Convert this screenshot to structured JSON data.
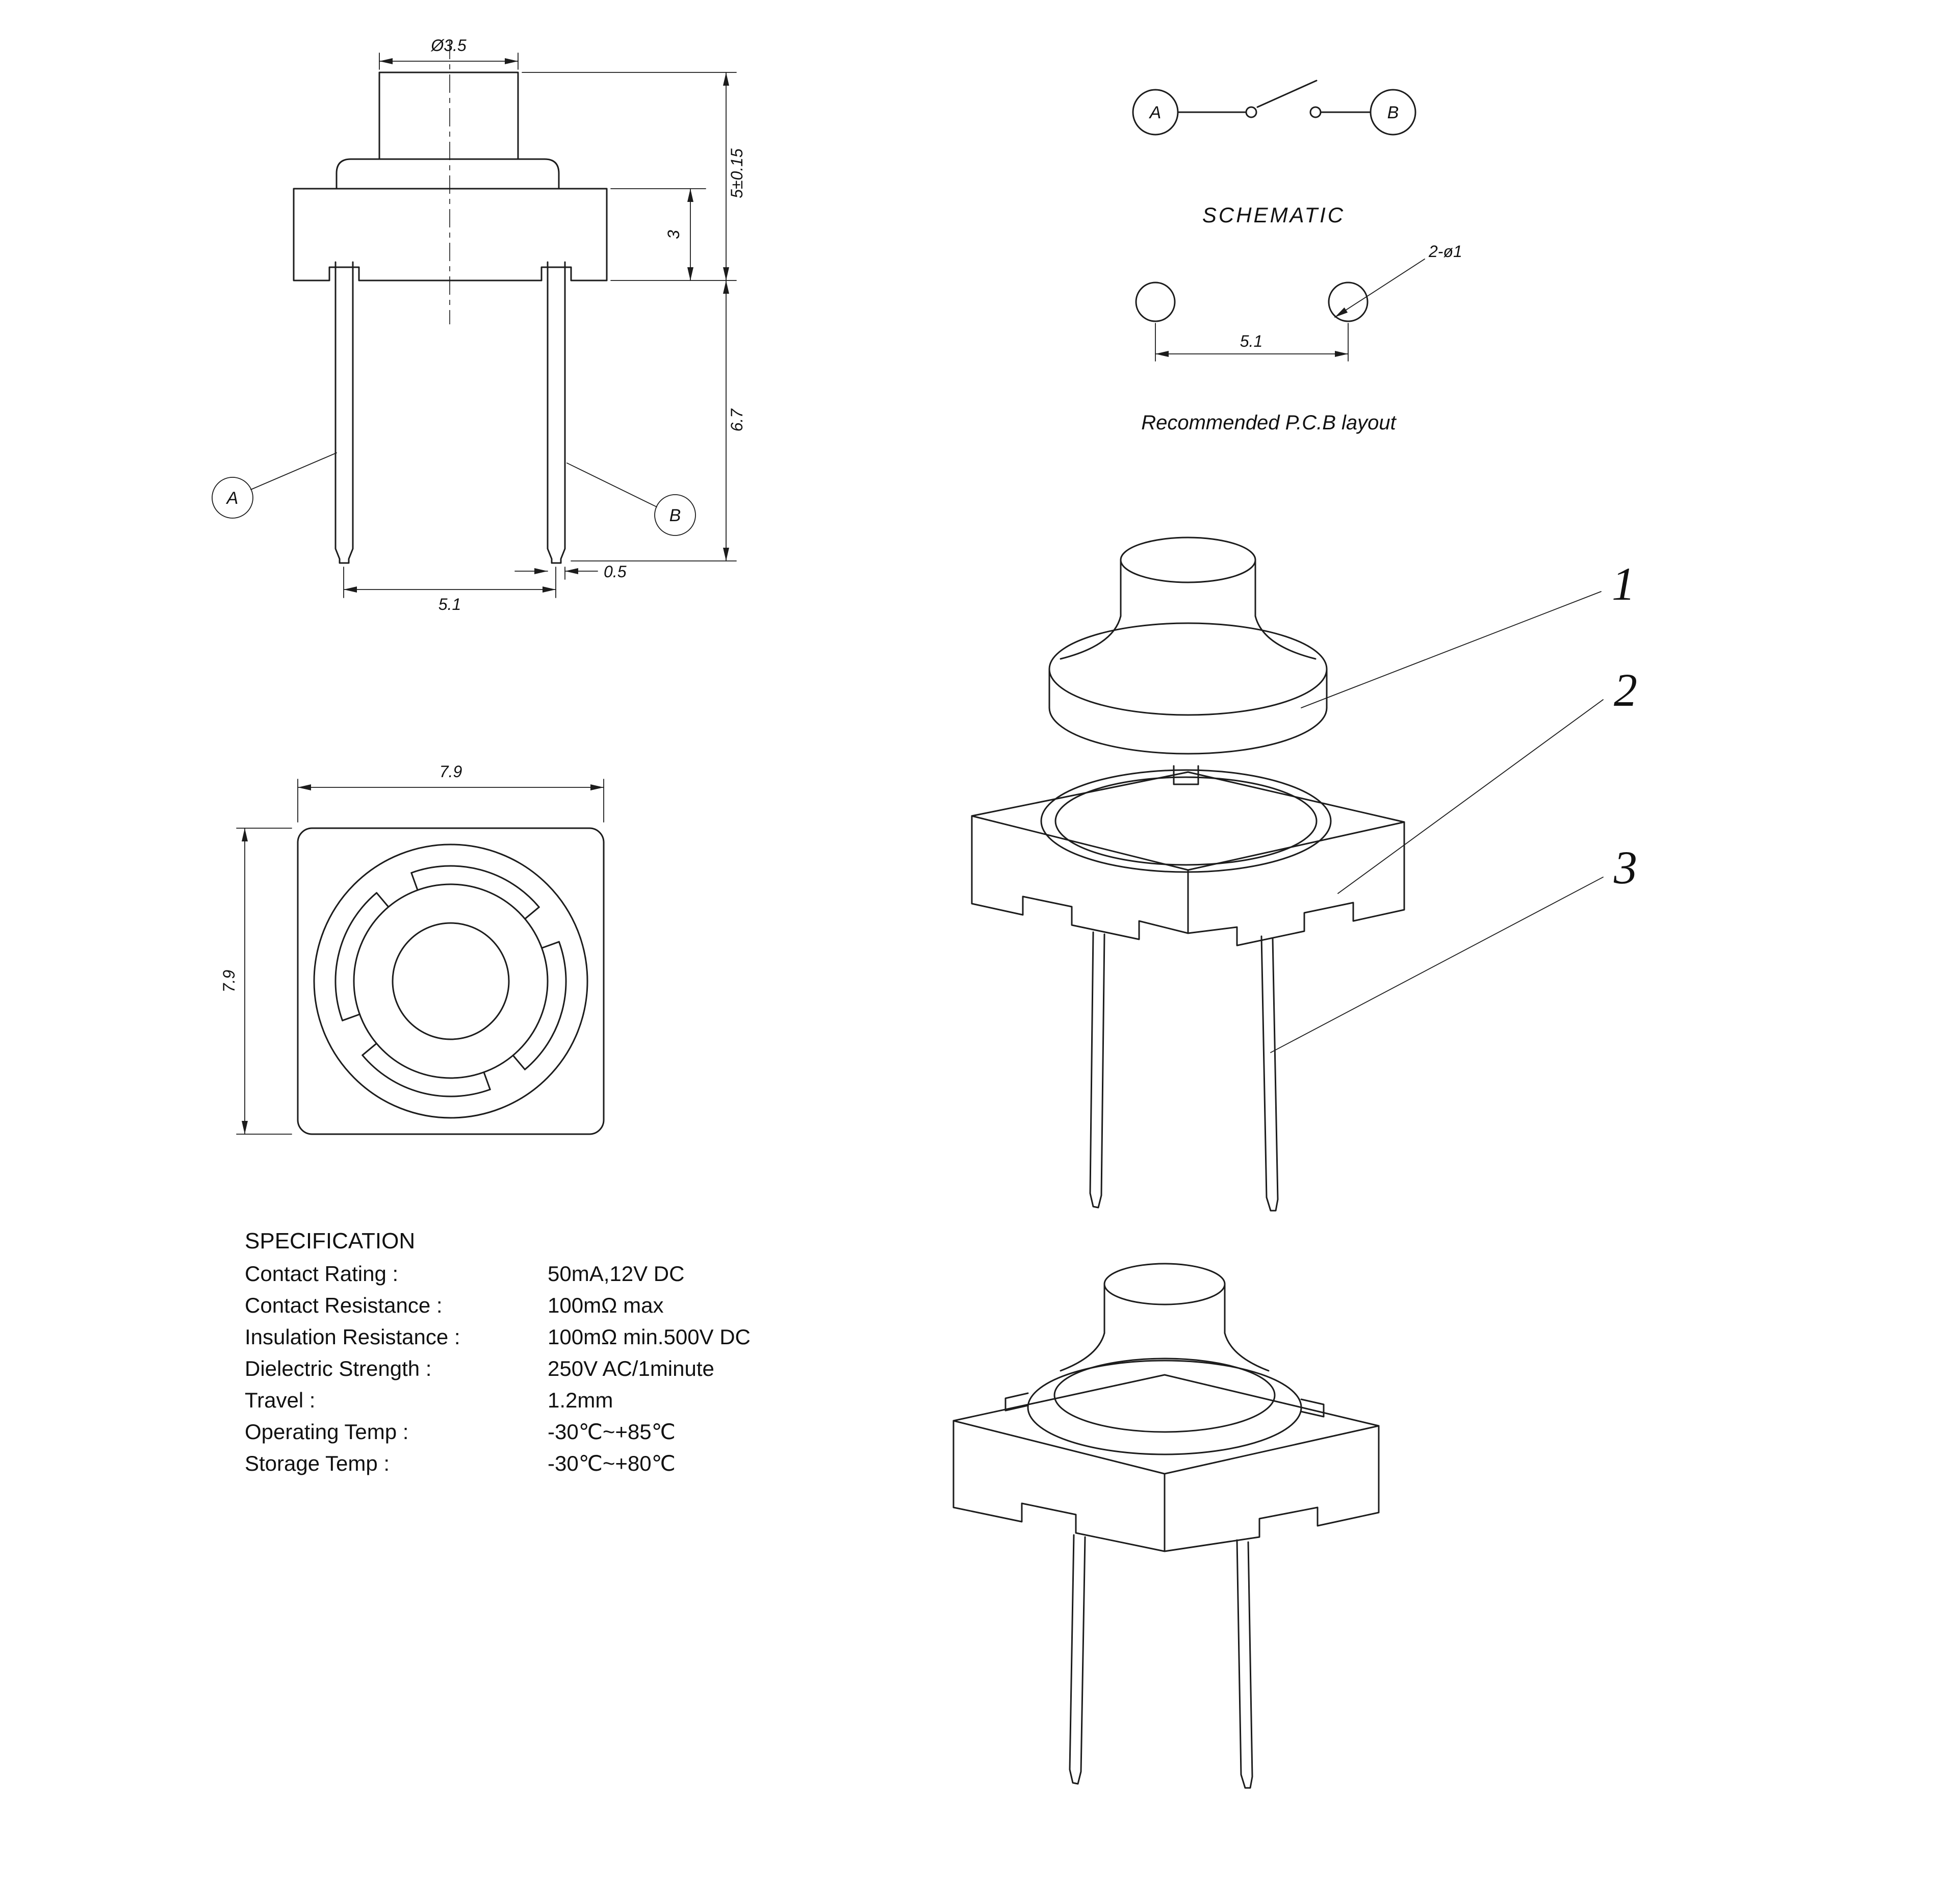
{
  "sheet": {
    "colors": {
      "line": "#1c1c1c",
      "background": "#ffffff"
    }
  },
  "front_view": {
    "dim_cap_diameter": "Ø3.5",
    "dim_body_height": "3",
    "dim_total_height": "5±0.15",
    "dim_leg_length": "6.7",
    "dim_pin_pitch": "5.1",
    "dim_pin_width": "0.5",
    "terminal_a": "A",
    "terminal_b": "B"
  },
  "schematic": {
    "terminal_a": "A",
    "terminal_b": "B",
    "title": "SCHEMATIC"
  },
  "pcb_layout": {
    "hole_callout": "2-ø1",
    "dim_hole_pitch": "5.1",
    "caption": "Recommended P.C.B layout"
  },
  "top_view": {
    "dim_width": "7.9",
    "dim_height": "7.9"
  },
  "exploded_view": {
    "part_1": "1",
    "part_2": "2",
    "part_3": "3"
  },
  "specification": {
    "title": "SPECIFICATION",
    "rows": [
      {
        "label": "Contact  Rating :",
        "value": "50mA,12V DC"
      },
      {
        "label": "Contact  Resistance :",
        "value": "100mΩ max"
      },
      {
        "label": "Insulation Resistance :",
        "value": "100mΩ min.500V DC"
      },
      {
        "label": "Dielectric  Strength :",
        "value": "250V AC/1minute"
      },
      {
        "label": "Travel :",
        "value": "1.2mm"
      },
      {
        "label": "Operating Temp :",
        "value": "-30℃~+85℃"
      },
      {
        "label": "Storage Temp :",
        "value": "-30℃~+80℃"
      }
    ]
  }
}
